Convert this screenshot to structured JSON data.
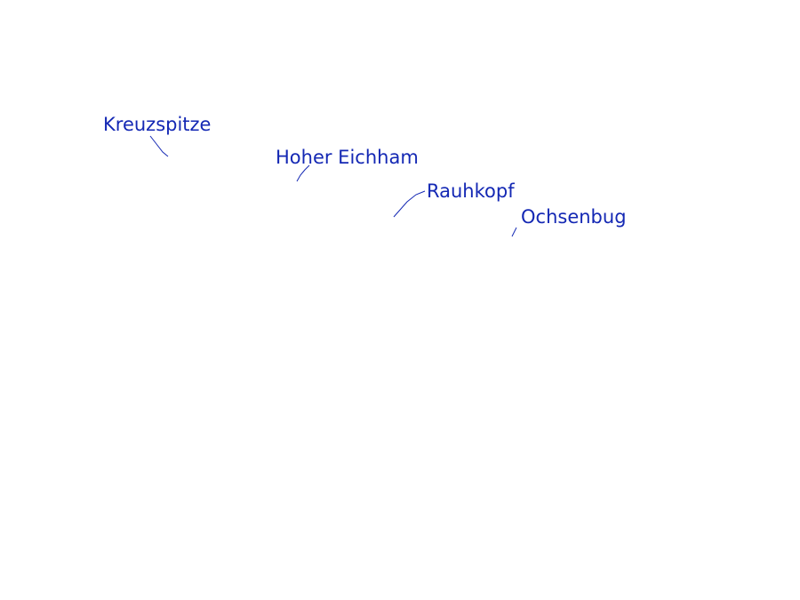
{
  "labels": [
    "Kreuzspitze",
    "Hoher Eichham",
    "Rauhkopf",
    "Ochsenbug"
  ],
  "colors": {
    "label": "#1428b4",
    "leader": "#1428b4",
    "background": "#ffffff"
  }
}
